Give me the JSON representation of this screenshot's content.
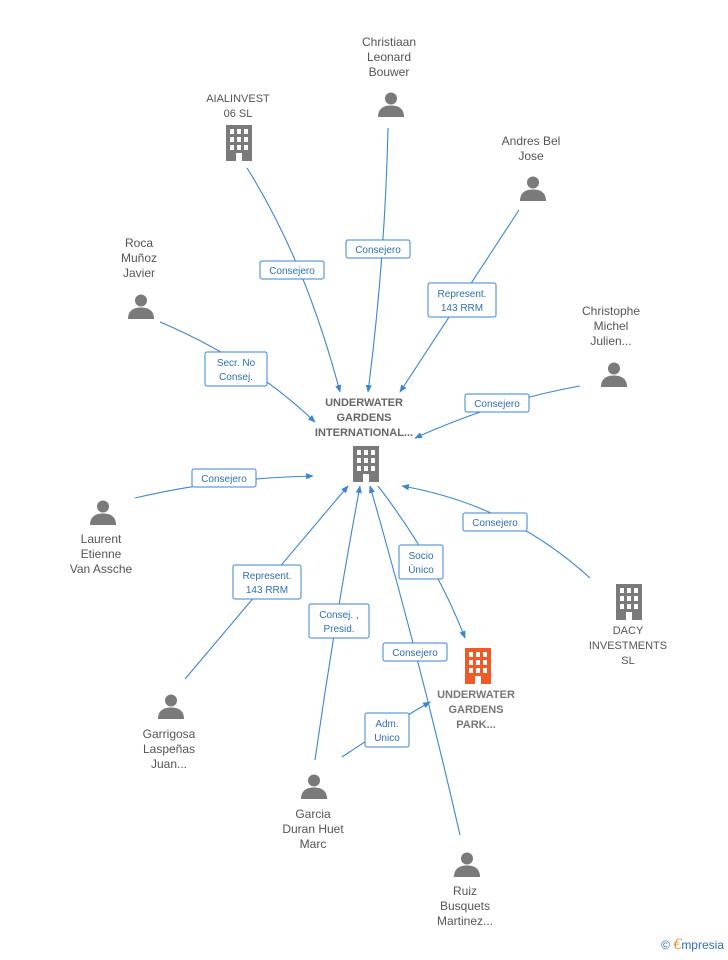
{
  "colors": {
    "edge": "#3a86d4",
    "label_text": "#2f6fb5",
    "person": "#7a7a7a",
    "company": "#7a7a7a",
    "highlight": "#f05a28"
  },
  "nodes": [
    {
      "id": "christiaan",
      "kind": "person",
      "icon": "person-icon",
      "lines": [
        "Christiaan",
        "Leonard",
        "Bouwer"
      ]
    },
    {
      "id": "aialinvest",
      "kind": "company",
      "icon": "building-icon",
      "lines": [
        "AIALINVEST",
        "06 SL"
      ]
    },
    {
      "id": "andres",
      "kind": "person",
      "icon": "person-icon",
      "lines": [
        "Andres Bel",
        "Jose"
      ]
    },
    {
      "id": "roca",
      "kind": "person",
      "icon": "person-icon",
      "lines": [
        "Roca",
        "Muñoz",
        "Javier"
      ]
    },
    {
      "id": "christophe",
      "kind": "person",
      "icon": "person-icon",
      "lines": [
        "Christophe",
        "Michel",
        "Julien..."
      ]
    },
    {
      "id": "uw_int",
      "kind": "company",
      "icon": "building-icon",
      "lines": [
        "UNDERWATER",
        "GARDENS",
        "INTERNATIONAL..."
      ]
    },
    {
      "id": "laurent",
      "kind": "person",
      "icon": "person-icon",
      "lines": [
        "Laurent",
        "Etienne",
        "Van Assche"
      ]
    },
    {
      "id": "dacy",
      "kind": "company",
      "icon": "building-icon",
      "lines": [
        "DACY",
        "INVESTMENTS",
        "SL"
      ]
    },
    {
      "id": "uw_park",
      "kind": "company",
      "icon": "building-icon",
      "lines": [
        "UNDERWATER",
        "GARDENS",
        "PARK..."
      ]
    },
    {
      "id": "garrigosa",
      "kind": "person",
      "icon": "person-icon",
      "lines": [
        "Garrigosa",
        "Laspeñas",
        "Juan..."
      ]
    },
    {
      "id": "garcia",
      "kind": "person",
      "icon": "person-icon",
      "lines": [
        "Garcia",
        "Duran Huet",
        "Marc"
      ]
    },
    {
      "id": "ruiz",
      "kind": "person",
      "icon": "person-icon",
      "lines": [
        "Ruiz",
        "Busquets",
        "Martinez..."
      ]
    }
  ],
  "edges": [
    {
      "from": "aialinvest",
      "to": "uw_int",
      "label": [
        "Consejero"
      ]
    },
    {
      "from": "christiaan",
      "to": "uw_int",
      "label": [
        "Consejero"
      ]
    },
    {
      "from": "andres",
      "to": "uw_int",
      "label": [
        "Represent.",
        "143 RRM"
      ]
    },
    {
      "from": "roca",
      "to": "uw_int",
      "label": [
        "Secr.  No",
        "Consej."
      ]
    },
    {
      "from": "christophe",
      "to": "uw_int",
      "label": [
        "Consejero"
      ]
    },
    {
      "from": "laurent",
      "to": "uw_int",
      "label": [
        "Consejero"
      ]
    },
    {
      "from": "dacy",
      "to": "uw_int",
      "label": [
        "Consejero"
      ]
    },
    {
      "from": "uw_int",
      "to": "uw_park",
      "label": [
        "Socio",
        "Único"
      ]
    },
    {
      "from": "garrigosa",
      "to": "uw_int",
      "label": [
        "Represent.",
        "143 RRM"
      ]
    },
    {
      "from": "garcia",
      "to": "uw_int",
      "label": [
        "Consej. ,",
        "Presid."
      ]
    },
    {
      "from": "ruiz",
      "to": "uw_int",
      "label": [
        "Consejero"
      ]
    },
    {
      "from": "garcia",
      "to": "uw_park",
      "label": [
        "Adm.",
        "Unico"
      ]
    }
  ],
  "footer": {
    "copyright": "©",
    "brand_first": "€",
    "brand_rest": "mpresia"
  }
}
